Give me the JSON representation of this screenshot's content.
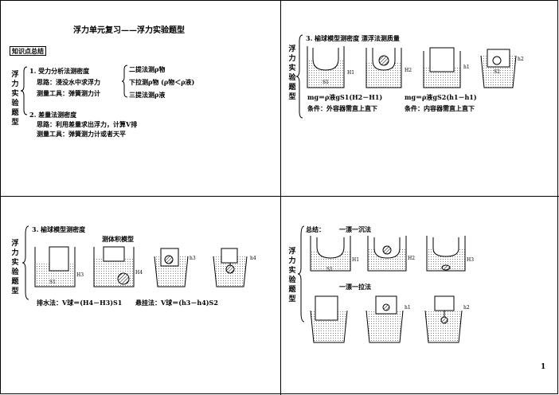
{
  "page_number": "1",
  "slide1": {
    "title": "浮力单元复习——浮力实验题型",
    "section_box": "知识点总结",
    "vertical_label": [
      "浮",
      "力",
      "实",
      "验",
      "题",
      "型"
    ],
    "item1_title": "1. 受力分析法测密度",
    "item1_idea": "思路：浸没水中求浮力",
    "item1_tool": "测量工具：弹簧测力计",
    "method1": "二提法测ρ物",
    "method2": "下拉测ρ物 (ρ物＜ρ液)",
    "method3": "三提法测ρ液",
    "item2_title": "2. 差量法测密度",
    "item2_idea": "思路：利用差量求出浮力，计算V排",
    "item2_tool": "测量工具：弹簧测力计或者天平"
  },
  "slide2": {
    "vertical_label": [
      "浮",
      "力",
      "实",
      "验",
      "题",
      "型"
    ],
    "heading": "3. 榆球模型测密度 漂浮法测质量",
    "label_H1": "H1",
    "label_H2": "H2",
    "label_h1": "h1",
    "label_h2": "h2",
    "label_S1": "S1",
    "label_S2": "S2",
    "formula1": "mg＝ρ液gS1(H2－H1)",
    "formula2": "mg＝ρ液gS2(h1－h1)",
    "cond1": "条件：外容器需直上直下",
    "cond2": "条件：内容器需直上直下"
  },
  "slide3": {
    "vertical_label": [
      "浮",
      "力",
      "实",
      "验",
      "题",
      "型"
    ],
    "heading": "3. 榆球模型测密度",
    "subheading": "测体积模型",
    "label_H3": "H3",
    "label_H4": "H4",
    "label_h3": "h3",
    "label_h4": "h4",
    "label_S1": "S1",
    "formula1": "排水法：V球＝(H4－H3)S1",
    "formula2": "悬挂法：V球＝(h3－h4)S2"
  },
  "slide4": {
    "vertical_label": [
      "浮",
      "力",
      "实",
      "验",
      "题",
      "型"
    ],
    "summary_label": "总结：",
    "method_a": "一漂一沉法",
    "method_b": "一漂一拉法",
    "label_H1": "H1",
    "label_H2": "H2",
    "label_H3": "H3",
    "label_h1": "h1",
    "label_h2": "h2",
    "label_S1": "S1"
  }
}
